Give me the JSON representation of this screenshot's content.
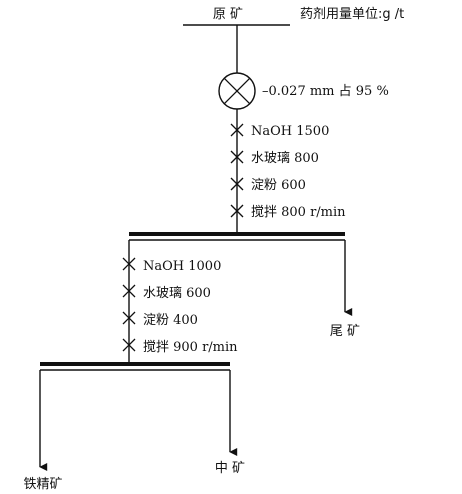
{
  "units_note": "药剂用量单位:g /t",
  "feed_label": "原  矿",
  "grinding_label": "–0.027 mm 占 95 %",
  "stage1": {
    "reagents": [
      "NaOH 1500",
      "水玻璃 800",
      "淀粉 600",
      "搅拌 800 r/min"
    ]
  },
  "stage2": {
    "reagents": [
      "NaOH 1000",
      "水玻璃 600",
      "淀粉 400",
      "搅拌 900 r/min"
    ]
  },
  "products": {
    "tailings": "尾 矿",
    "middlings": "中 矿",
    "iron_concentrate": "铁精矿"
  }
}
